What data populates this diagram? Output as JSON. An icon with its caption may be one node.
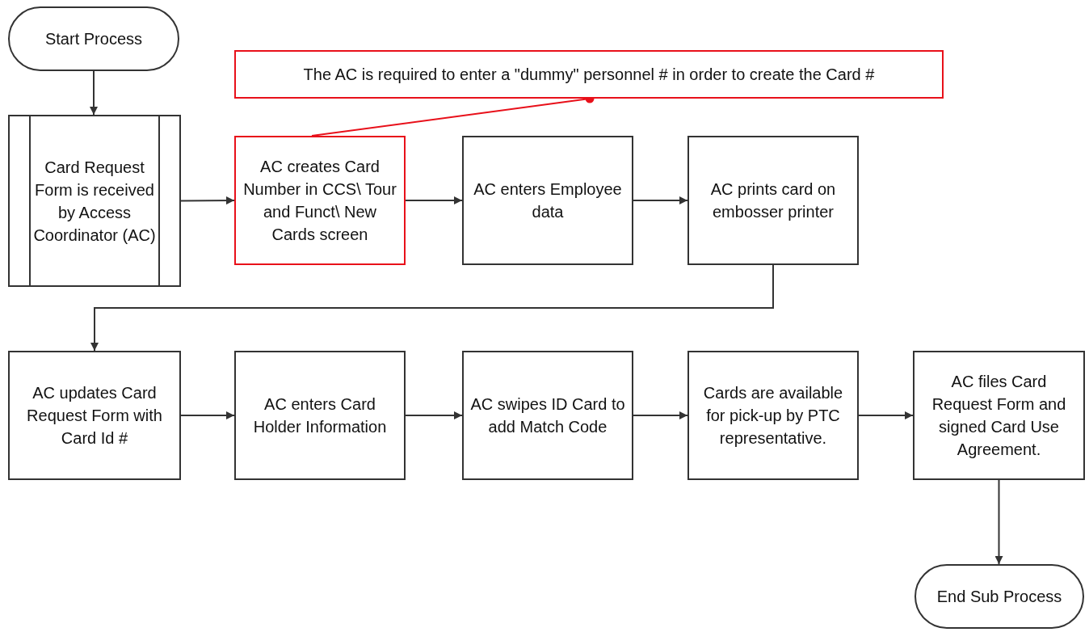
{
  "diagram": {
    "nodes": [
      {
        "text": [
          "Start Process"
        ]
      },
      {
        "text": [
          "Card Request Form is received by Access Coordinator (AC)"
        ]
      },
      {
        "text": [
          "The AC is required to enter a \"dummy\" personnel # in order to create the Card #"
        ]
      },
      {
        "text": [
          "AC creates Card Number in CCS\\ Tour and Funct\\ New Cards screen"
        ]
      },
      {
        "text": [
          "AC enters Employee data"
        ]
      },
      {
        "text": [
          "AC prints card on embosser printer"
        ]
      },
      {
        "text": [
          "AC updates Card Request Form with Card Id #"
        ]
      },
      {
        "text": [
          "AC enters Card Holder Information"
        ]
      },
      {
        "text": [
          "AC swipes ID Card to add Match Code"
        ]
      },
      {
        "text": [
          "Cards are available for pick-up by PTC representative."
        ]
      },
      {
        "text": [
          "AC files Card Request Form and signed Card Use Agreement."
        ]
      },
      {
        "text": [
          "End Sub Process"
        ]
      }
    ],
    "edges": [
      {
        "from": 0,
        "to": 1,
        "arrow": "to"
      },
      {
        "from": 1,
        "to": 3,
        "arrow": "to"
      },
      {
        "from": 2,
        "to": 3,
        "arrow": "other",
        "color": "#e8101a"
      },
      {
        "from": 3,
        "to": 4,
        "arrow": "to"
      },
      {
        "from": 4,
        "to": 5,
        "arrow": "to"
      },
      {
        "from": 5,
        "to": 6,
        "arrow": "to"
      },
      {
        "from": 6,
        "to": 7,
        "arrow": "to"
      },
      {
        "from": 7,
        "to": 8,
        "arrow": "to"
      },
      {
        "from": 8,
        "to": 9,
        "arrow": "to"
      },
      {
        "from": 9,
        "to": 10,
        "arrow": "to"
      },
      {
        "from": 10,
        "to": 11,
        "arrow": "to"
      }
    ]
  }
}
